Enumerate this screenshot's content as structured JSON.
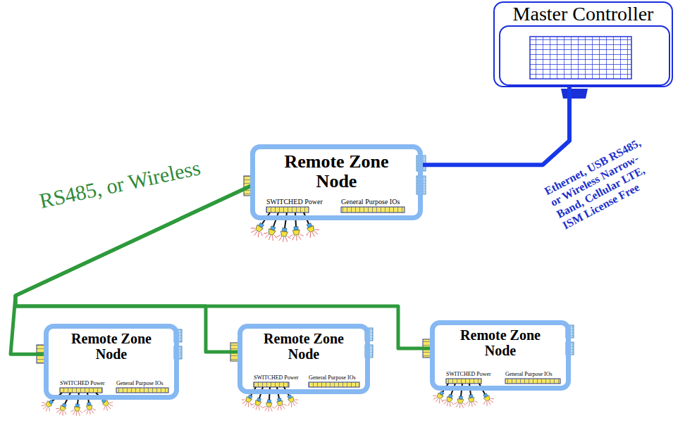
{
  "diagram": {
    "nodes": [
      {
        "text": [
          "Master Controller"
        ]
      },
      {
        "text": [
          "Remote Zone Node",
          "SWITCHED Power",
          "General Purpose IOs"
        ]
      },
      {
        "text": [
          "Remote Zone Node",
          "SWITCHED Power",
          "General Purpose IOs"
        ]
      },
      {
        "text": [
          "Remote Zone Node",
          "SWITCHED Power",
          "General Purpose IOs"
        ]
      },
      {
        "text": [
          "Remote Zone Node",
          "SWITCHED Power",
          "General Purpose IOs"
        ]
      }
    ],
    "edges": [
      {
        "from": 1,
        "to": 0,
        "arrow": "none",
        "label": "Ethernet, USB RS485, or Wireless Narrow-Band, Cellular LTE, ISM License Free"
      },
      {
        "from": 1,
        "to": 2,
        "arrow": "none",
        "label": "RS485, or Wireless"
      },
      {
        "from": 1,
        "to": 3,
        "arrow": "none"
      },
      {
        "from": 1,
        "to": 4,
        "arrow": "none"
      }
    ]
  }
}
